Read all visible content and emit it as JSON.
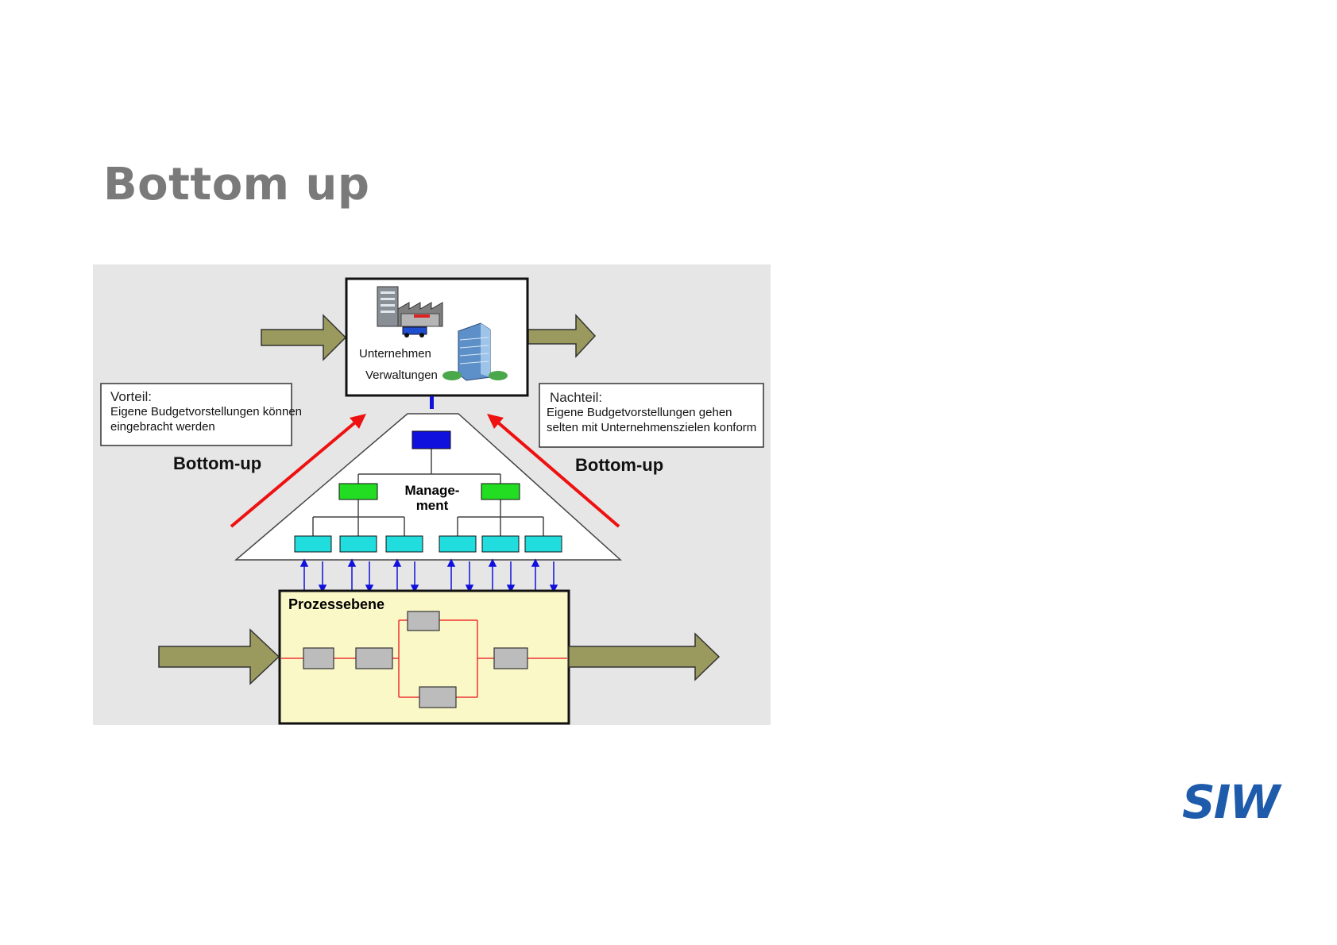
{
  "slide": {
    "title": "Bottom up"
  },
  "diagram": {
    "company_box": {
      "line1": "Unternehmen",
      "line2": "Verwaltungen"
    },
    "advantage": {
      "heading": "Vorteil:",
      "text_line1": "Eigene Budgetvorstellungen können",
      "text_line2": "eingebracht werden"
    },
    "disadvantage": {
      "heading": "Nachteil:",
      "text_line1": "Eigene Budgetvorstellungen gehen",
      "text_line2": "selten mit Unternehmenszielen konform"
    },
    "bottom_up_left": "Bottom-up",
    "bottom_up_right": "Bottom-up",
    "management_line1": "Manage-",
    "management_line2": "ment",
    "process_level": "Prozessebene"
  },
  "colors": {
    "background_panel": "#e6e6e6",
    "arrow_olive": "#9a9a5e",
    "red_arrow": "#ee1111",
    "top_manager": "#1111dd",
    "middle_manager": "#22dd22",
    "team": "#22dddd",
    "process_box": "#fbf8c8",
    "process_node": "#bcbcbc",
    "logo_blue": "#1e5bab"
  },
  "logo": {
    "text": "SIW"
  }
}
